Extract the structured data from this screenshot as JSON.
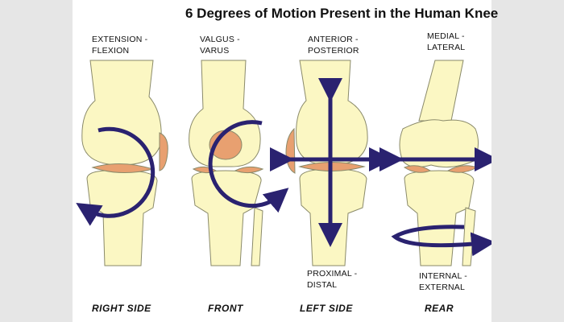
{
  "title": "6 Degrees of Motion Present in the Human Knee",
  "motions": {
    "extension_flexion": [
      "EXTENSION -",
      "FLEXION"
    ],
    "valgus_varus": [
      "VALGUS -",
      "VARUS"
    ],
    "anterior_posterior": [
      "ANTERIOR -",
      "POSTERIOR"
    ],
    "medial_lateral": [
      "MEDIAL -",
      "LATERAL"
    ],
    "proximal_distal": [
      "PROXIMAL -",
      "DISTAL"
    ],
    "internal_external": [
      "INTERNAL -",
      "EXTERNAL"
    ]
  },
  "views": {
    "right_side": "RIGHT SIDE",
    "front": "FRONT",
    "left_side": "LEFT SIDE",
    "rear": "REAR"
  },
  "colors": {
    "bone": "#fbf7c3",
    "bone_outline": "#8a8a6a",
    "cartilage": "#e8a070",
    "arrow": "#2a2270",
    "background": "#e6e6e6"
  }
}
